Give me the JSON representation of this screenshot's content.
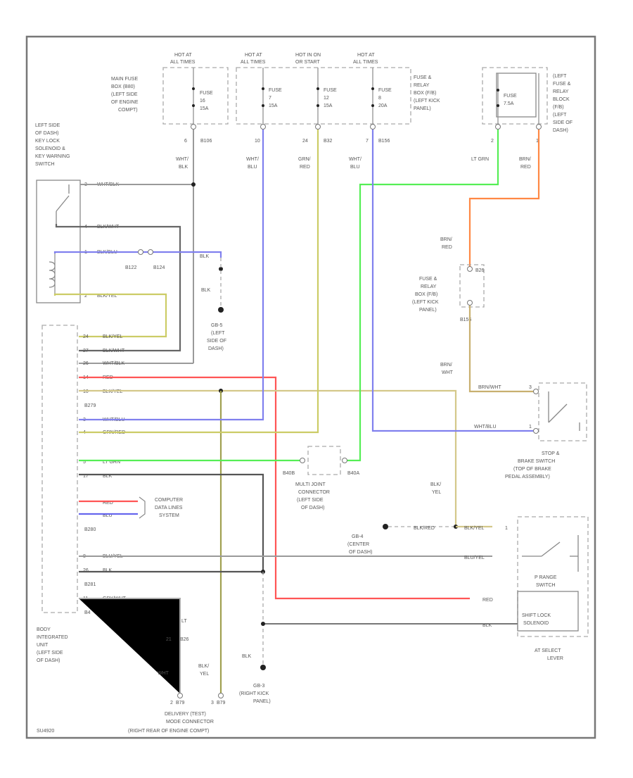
{
  "diagram": {
    "border_color": "#777777",
    "wire_colors": {
      "wht_blk": "#9a9a9a",
      "blk_wht": "#666666",
      "blu": "#8080ee",
      "ylw": "#d4c88a",
      "grn_red": "#cccc66",
      "lt_grn": "#55ee55",
      "red": "#ff5555",
      "orange": "#ff8844",
      "brn": "#c8b070",
      "blk": "#555555",
      "blu_ylw": "#9a9a9a",
      "olive": "#a0a050"
    },
    "hot_labels": [
      {
        "line1": "HOT AT",
        "line2": "ALL TIMES"
      },
      {
        "line1": "HOT AT",
        "line2": "ALL TIMES"
      },
      {
        "line1": "HOT IN ON",
        "line2": "OR START"
      },
      {
        "line1": "HOT AT",
        "line2": "ALL TIMES"
      }
    ],
    "fuses": [
      {
        "line1": "FUSE",
        "line2": "16",
        "line3": "15A"
      },
      {
        "line1": "FUSE",
        "line2": "7",
        "line3": "15A"
      },
      {
        "line1": "FUSE",
        "line2": "12",
        "line3": "15A"
      },
      {
        "line1": "FUSE",
        "line2": "8",
        "line3": "20A"
      },
      {
        "line1": "FUSE",
        "line2": "7.5A",
        "line3": ""
      }
    ],
    "main_fuse_box": [
      "MAIN FUSE",
      "BOX (B80)",
      "(LEFT SIDE",
      "OF ENGINE",
      "COMPT)"
    ],
    "fuse_relay_box_a": [
      "FUSE &",
      "RELAY",
      "BOX (F/B)",
      "(LEFT KICK",
      "PANEL)"
    ],
    "fuse_relay_box_b": [
      "(LEFT",
      "FUSE &",
      "RELAY",
      "BLOCK",
      "(F/B)",
      "(LEFT",
      "SIDE OF",
      "DASH)"
    ],
    "connector_pins": [
      "6",
      "B106",
      "10",
      "24",
      "B32",
      "7",
      "B156",
      "2",
      "1"
    ],
    "wire_labels_top": [
      {
        "l1": "WHT/",
        "l2": "BLK"
      },
      {
        "l1": "WHT/",
        "l2": "BLU"
      },
      {
        "l1": "GRN/",
        "l2": "RED"
      },
      {
        "l1": "WHT/",
        "l2": "BLU"
      },
      {
        "l1": "LT GRN",
        "l2": ""
      },
      {
        "l1": "BRN/",
        "l2": "RED"
      }
    ],
    "key_lock": [
      "LEFT SIDE",
      "OF DASH)",
      "KEY LOCK",
      "SOLENOID &",
      "KEY WARNING",
      "SWITCH"
    ],
    "key_pins": [
      {
        "pin": "3",
        "color": "WHT/BLK"
      },
      {
        "pin": "4",
        "color": "BLK/WHT"
      },
      {
        "pin": "1",
        "color": "BLK/BLU"
      },
      {
        "pin": "2",
        "color": "BLK/YEL"
      }
    ],
    "connectors_mid": [
      "B122",
      "B124"
    ],
    "blk_label": "BLK",
    "g_left": [
      "GB-5",
      "(LEFT",
      "SIDE OF",
      "DASH)"
    ],
    "brn_red_mid": {
      "l1": "BRN/",
      "l2": "RED"
    },
    "fuse_relay_box_c": [
      "FUSE &",
      "RELAY",
      "BOX (F/B)",
      "(LEFT KICK",
      "PANEL)"
    ],
    "fb_connector_a": "B26",
    "fb_connector_b": "B156",
    "brn_wht": {
      "l1": "BRN/",
      "l2": "WHT"
    },
    "biu_pins": [
      {
        "pin": "24",
        "color": "BLK/YEL"
      },
      {
        "pin": "27",
        "color": "BLK/WHT"
      },
      {
        "pin": "26",
        "color": "WHT/BLK"
      },
      {
        "pin": "14",
        "color": "RED"
      },
      {
        "pin": "10",
        "color": "BLK/YEL"
      },
      {
        "pin": "",
        "color": "B279"
      },
      {
        "pin": "3",
        "color": "WHT/BLU"
      },
      {
        "pin": "4",
        "color": "GRN/RED"
      },
      {
        "pin": "5",
        "color": "LT GRN"
      },
      {
        "pin": "17",
        "color": "BLK"
      },
      {
        "pin": "",
        "color": "RED"
      },
      {
        "pin": "",
        "color": "BLU"
      },
      {
        "pin": "",
        "color": "B280"
      },
      {
        "pin": "8",
        "color": "BLU/YEL"
      },
      {
        "pin": "26",
        "color": "BLK"
      },
      {
        "pin": "",
        "color": "B281"
      },
      {
        "pin": "11",
        "color": "GRY/WHT"
      },
      {
        "pin": "",
        "color": "B4"
      }
    ],
    "computer_data": [
      "COMPUTER",
      "DATA LINES",
      "SYSTEM"
    ],
    "multi_joint": [
      "MULTI JOINT",
      "CONNECTOR",
      "(LEFT SIDE",
      "OF DASH)"
    ],
    "multi_joint_pins": [
      "B40B",
      "B40A"
    ],
    "stop_switch_pins": [
      {
        "pin": "3",
        "color": "BRN/WHT"
      },
      {
        "pin": "1",
        "color": "WHT/BLU"
      }
    ],
    "stop_switch": [
      "STOP &",
      "BRAKE SWITCH",
      "(TOP OF BRAKE",
      "PEDAL ASSEMBLY)"
    ],
    "blk_yel_mid": {
      "l1": "BLK/",
      "l2": "YEL"
    },
    "g_center": [
      "GB-4",
      "(CENTER",
      "OF DASH)"
    ],
    "blk_red": "BLK/RED",
    "at_pins": [
      {
        "pin": "1",
        "color": "BLK/YEL"
      },
      {
        "pin": "",
        "color": "BLU/YEL"
      },
      {
        "pin": "",
        "color": "RED"
      },
      {
        "pin": "",
        "color": "BLK"
      }
    ],
    "p_range": [
      "P RANGE",
      "SWITCH"
    ],
    "shift_lock": [
      "SHIFT LOCK",
      "SOLENOID"
    ],
    "at_select": [
      "AT SELECT",
      "LEVER"
    ],
    "biu_label": [
      "BODY",
      "INTEGRATED",
      "UNIT",
      "(LEFT SIDE",
      "OF DASH)"
    ],
    "lt_label": "LT",
    "b26_pin": {
      "pin": "21",
      "code": "B26"
    },
    "wht": "WHT",
    "blk_yel_bottom": {
      "l1": "BLK/",
      "l2": "YEL"
    },
    "blk_bottom": "BLK",
    "g_right": [
      "GB-3",
      "(RIGHT KICK",
      "PANEL)"
    ],
    "delivery_pins": [
      {
        "pin": "2",
        "code": "B79"
      },
      {
        "pin": "3",
        "code": "B79"
      }
    ],
    "delivery": [
      "DELIVERY (TEST)",
      "MODE CONNECTOR",
      "(RIGHT REAR OF ENGINE COMPT)"
    ],
    "footer_code": "SU4920"
  }
}
